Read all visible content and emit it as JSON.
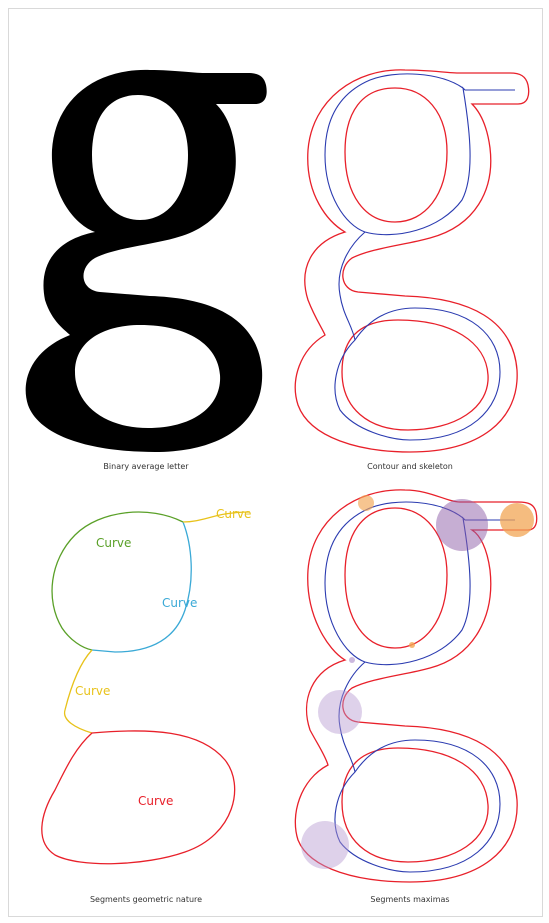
{
  "panels": {
    "binary": {
      "caption": "Binary average letter"
    },
    "contour": {
      "caption": "Contour and skeleton"
    },
    "segments": {
      "caption": "Segments geometric nature",
      "labels": [
        "Curve",
        "Curve",
        "Curve",
        "Curve",
        "Curve"
      ]
    },
    "maximas": {
      "caption": "Segments maximas"
    }
  },
  "colors": {
    "glyph_fill": "#000000",
    "contour": "#e8202a",
    "skeleton": "#2b3bb0",
    "seg_green": "#5aa028",
    "seg_cyan": "#3aa9d6",
    "seg_yellow": "#e8c21a",
    "seg_red": "#e8202a",
    "max_purple": "#b59ad0",
    "max_orange": "#f2a654"
  }
}
